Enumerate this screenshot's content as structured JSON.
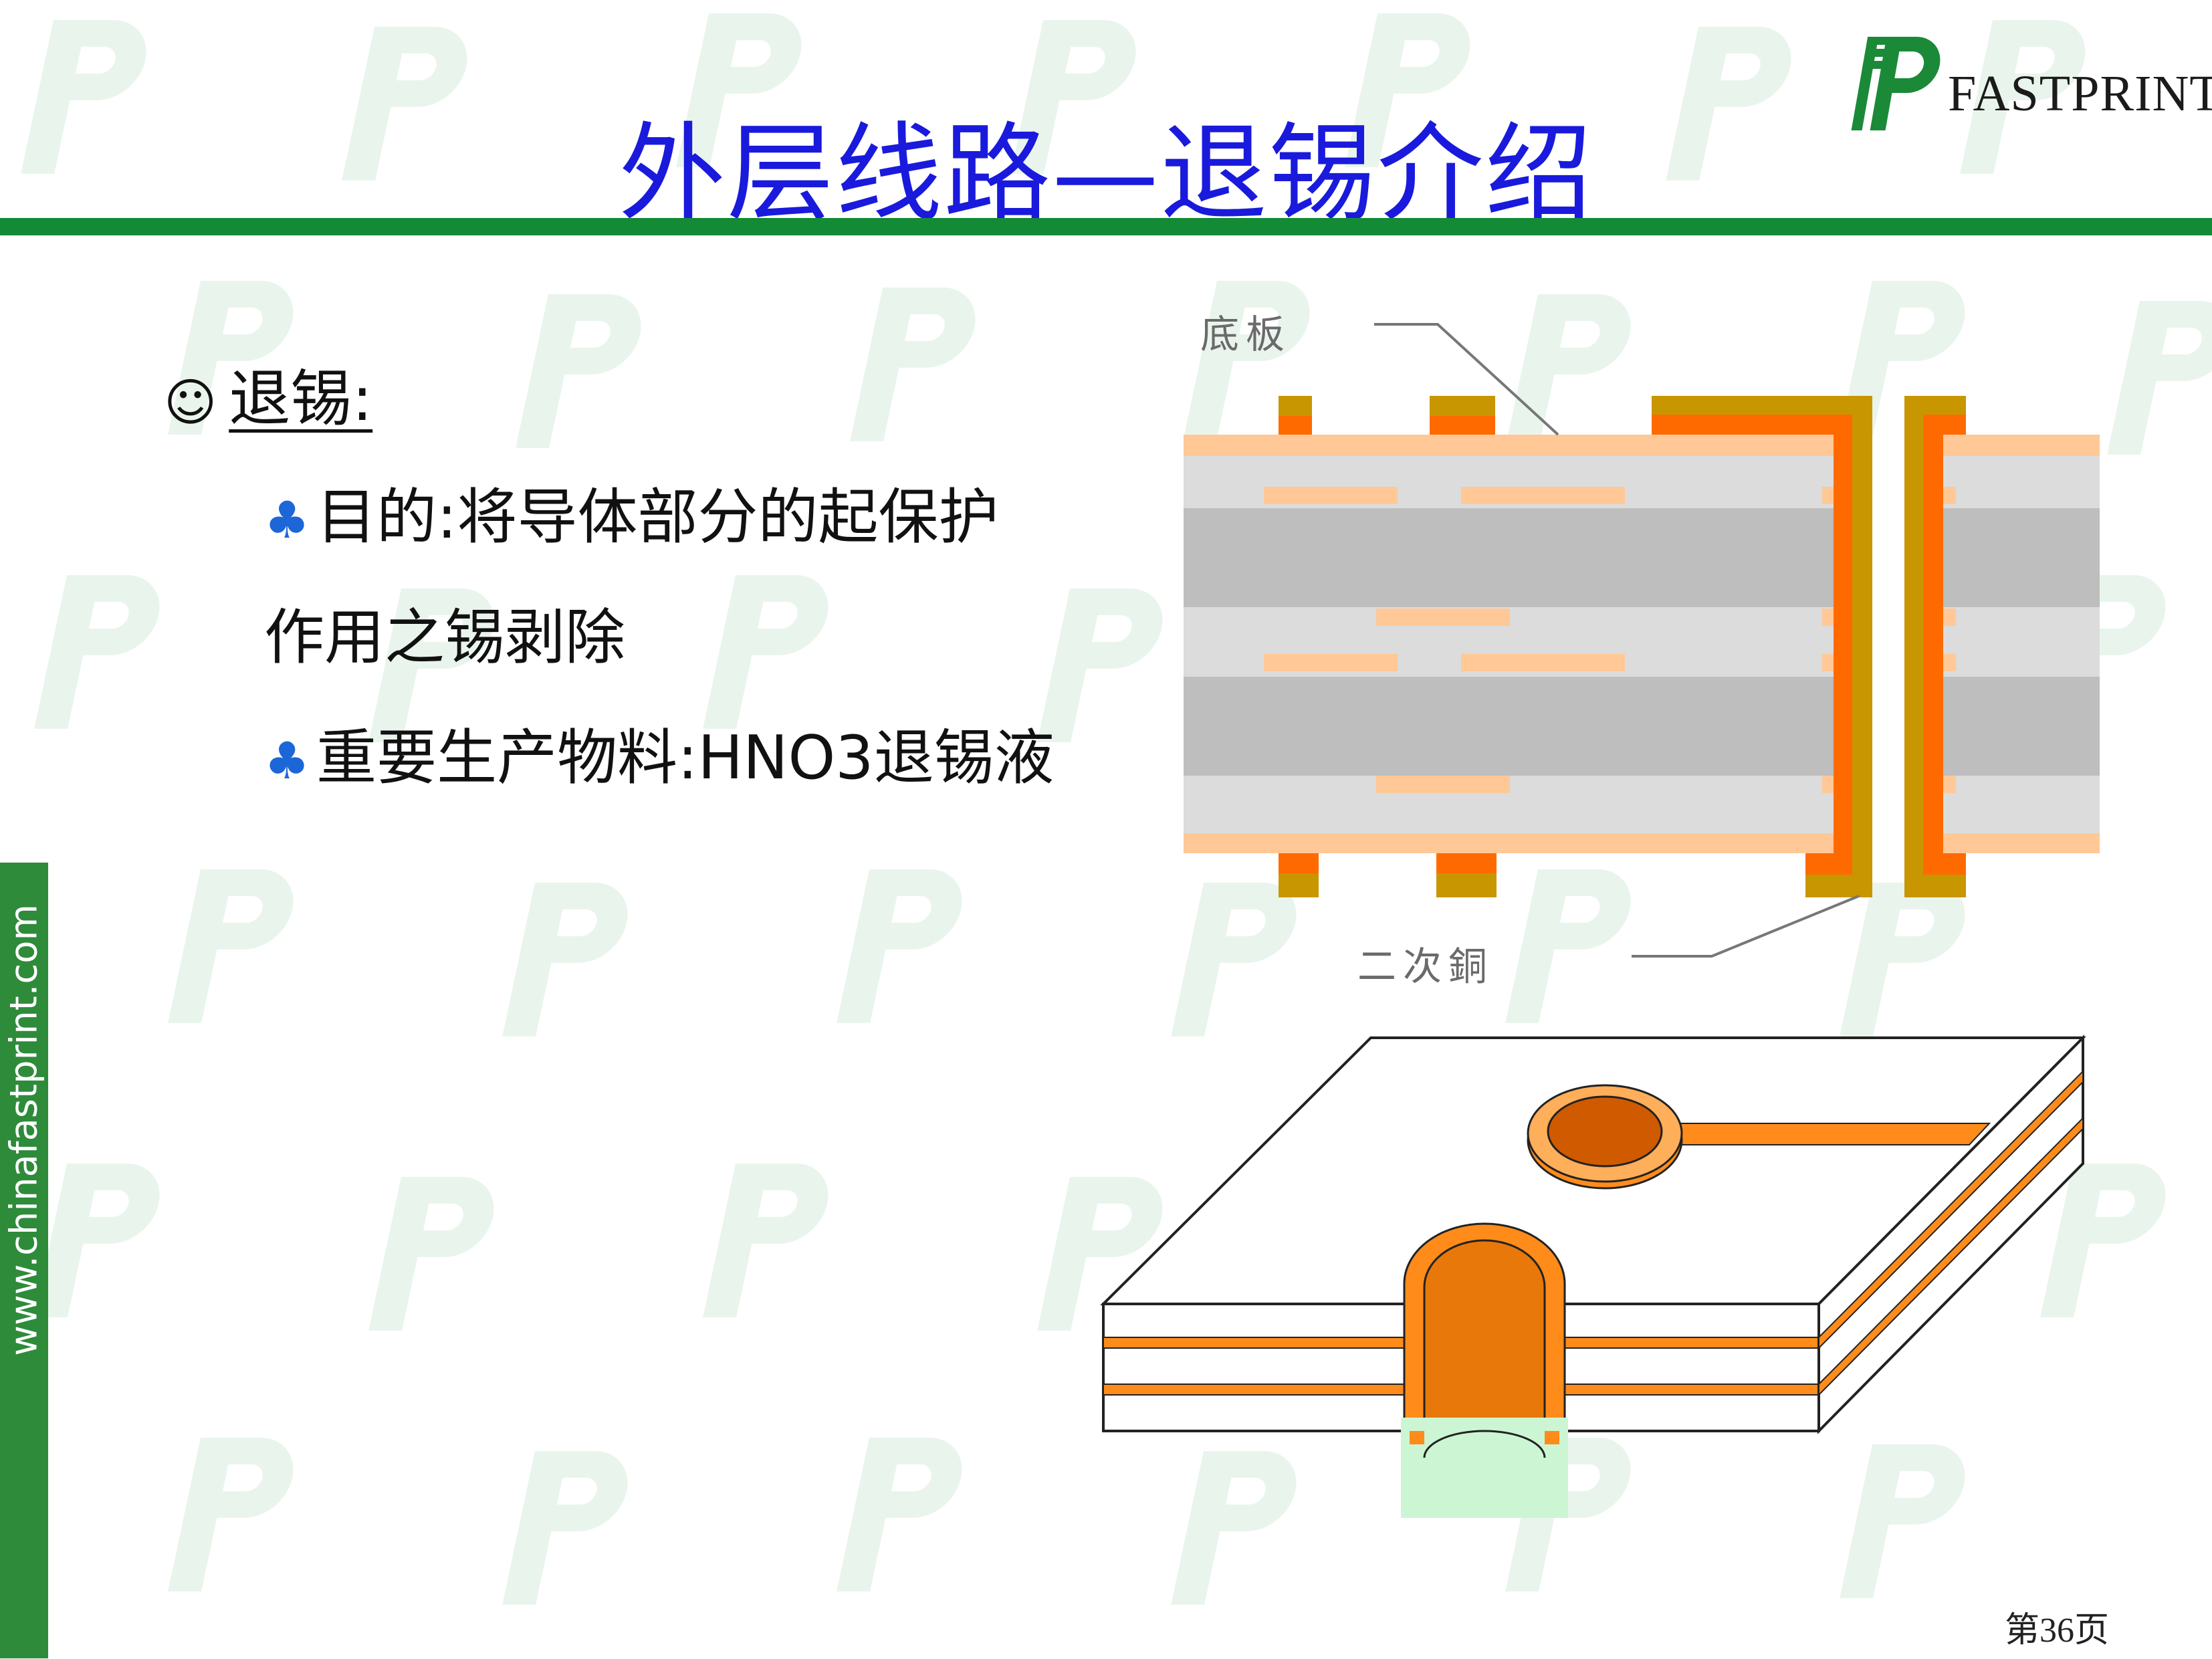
{
  "slide": {
    "title": "外层线路—退锡介绍",
    "page_number": "第36页"
  },
  "brand": {
    "name": "FASTPRINT",
    "icon": "fastprint-logo-icon"
  },
  "side_band": {
    "url": "www.chinafastprint.com",
    "color": "#2e8b3a"
  },
  "section": {
    "icon": "smiley-icon",
    "heading": "退锡:",
    "bullets": [
      {
        "icon": "club-icon",
        "line1": "目的:将导体部分的起保护",
        "line2": "作用之锡剥除"
      },
      {
        "icon": "club-icon",
        "line1": "重要生产物料:HNO3退锡液"
      }
    ]
  },
  "diagram": {
    "cross_section": {
      "label_substrate": "底板",
      "label_copper": "二次銅"
    }
  },
  "colors": {
    "title": "#1a1adc",
    "rule": "#138a35",
    "copper": "#ff6a00",
    "tin": "#c89600",
    "light_copper": "#ffc896",
    "core_grey": "#bebebe",
    "prepreg_grey": "#dcdcdc",
    "bullet": "#1c66d8"
  }
}
